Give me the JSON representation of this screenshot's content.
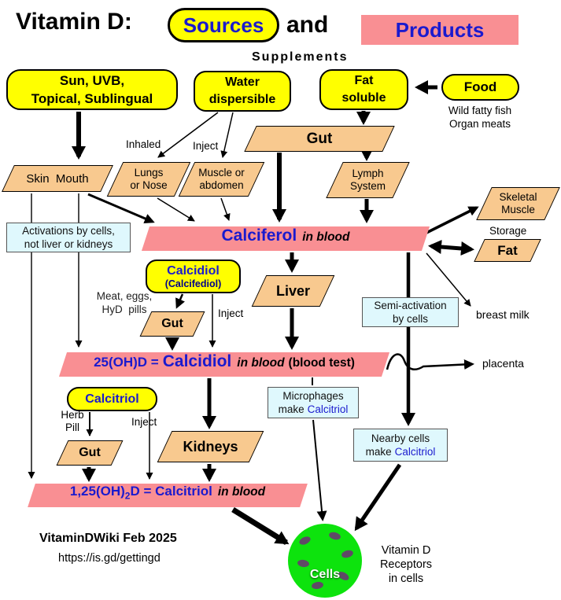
{
  "colors": {
    "yellow": "#ffff00",
    "peach": "#f8c98f",
    "pink": "#f98f93",
    "light_blue": "#dff8fd",
    "blue": "#1a1ace",
    "dark_blue": "#00008b",
    "green": "#0de30d",
    "receptor": "#5f4a66"
  },
  "title": {
    "prefix": "Vitamin D:",
    "sources": "Sources",
    "conjunction": "and",
    "products": "Products"
  },
  "header": {
    "supplements": "Supplements"
  },
  "source_boxes": {
    "sun": {
      "line1": "Sun, UVB,",
      "line2": "Topical, Sublingual"
    },
    "water": {
      "line1": "Water",
      "line2": "dispersible"
    },
    "fat": {
      "line1": "Fat",
      "line2": "soluble"
    },
    "food": {
      "label": "Food",
      "note1": "Wild fatty fish",
      "note2": "Organ meats"
    }
  },
  "organs": {
    "gut_top": "Gut",
    "skin_mouth": "Skin  Mouth",
    "lungs": {
      "line1": "Lungs",
      "line2": "or Nose"
    },
    "muscle": {
      "line1": "Muscle or",
      "line2": "abdomen"
    },
    "lymph": {
      "line1": "Lymph",
      "line2": "System"
    },
    "skeletal": {
      "line1": "Skeletal",
      "line2": "Muscle"
    },
    "fat_storage": "Fat",
    "liver": "Liver",
    "gut_mid": "Gut",
    "kidneys": "Kidneys",
    "gut_bottom": "Gut"
  },
  "labels": {
    "inhaled": "Inhaled",
    "inject_top": "Inject",
    "storage": "Storage",
    "meat1": "Meat, eggs,",
    "meat2": "HyD  pills",
    "inject_mid": "Inject",
    "breast_milk": "breast milk",
    "placenta": "placenta",
    "herb": "Herb",
    "pill": "Pill",
    "inject_bottom": "Inject"
  },
  "info_boxes": {
    "activations": {
      "line1": "Activations by cells,",
      "line2": "not liver or kidneys"
    },
    "semi_activation": {
      "line1": "Semi-activation",
      "line2": "by cells"
    },
    "microphages": {
      "line1": "Microphages",
      "make": "make",
      "product": "Calcitriol"
    },
    "nearby_cells": {
      "line1": "Nearby cells",
      "make": "make",
      "product": "Calcitriol"
    }
  },
  "product_labels": {
    "calcidiol": {
      "name": "Calcidiol",
      "alt": "(Calcifediol)"
    },
    "calcitriol": {
      "name": "Calcitriol"
    }
  },
  "blood_bars": {
    "calciferol": {
      "name": "Calciferol",
      "in_blood": "in blood"
    },
    "calcidiol": {
      "prefix": "25(OH)D =",
      "name": "Calcidiol",
      "in_blood": "in blood",
      "test": "(blood test)"
    },
    "calcitriol": {
      "prefix": "1,25(OH)",
      "sub": "2",
      "suffix": "D = Calcitriol",
      "in_blood": "in blood"
    }
  },
  "cells": {
    "label": "Cells",
    "note1": "Vitamin D",
    "note2": "Receptors",
    "note3": "in cells"
  },
  "footer": {
    "credit": "VitaminDWiki  Feb 2025",
    "url": "https://is.gd/gettingd"
  }
}
